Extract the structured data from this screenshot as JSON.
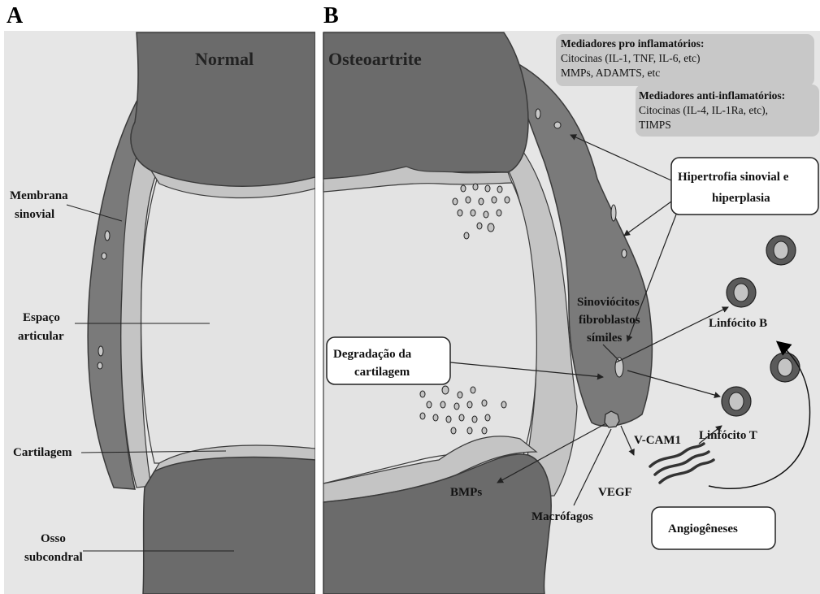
{
  "panels": {
    "a_letter": "A",
    "b_letter": "B",
    "normal_title": "Normal",
    "oa_title": "Osteoartrite"
  },
  "normal_labels": {
    "membrana_1": "Membrana",
    "membrana_2": "sinovial",
    "espaco_1": "Espaço",
    "espaco_2": "articular",
    "cartilagem": "Cartilagem",
    "osso_1": "Osso",
    "osso_2": "subcondral"
  },
  "mediators": {
    "pro_title": "Mediadores pro inflamatórios:",
    "pro_line1": "Citocinas (IL-1, TNF, IL-6, etc)",
    "pro_line2": "MMPs, ADAMTS, etc",
    "anti_title": "Mediadores anti-inflamatórios:",
    "anti_line1": "Citocinas (IL-4, IL-1Ra, etc),",
    "anti_line2": "TIMPS"
  },
  "oa_labels": {
    "hipertrofia_1": "Hipertrofia sinovial e",
    "hipertrofia_2": "hiperplasia",
    "sinov_1": "Sinoviócitos",
    "sinov_2": "fibroblastos",
    "sinov_3": "símiles",
    "degradacao_1": "Degradação da",
    "degradacao_2": "cartilagem",
    "linfocito_b": "Linfócito B",
    "linfocito_t": "Linfócito T",
    "vcam": "V-CAM1",
    "vegf": "VEGF",
    "bmps": "BMPs",
    "macrofagos": "Macrófagos",
    "angiogeneses": "Angiogêneses"
  },
  "colors": {
    "bone": "#6b6b6b",
    "cartilage": "#c4c4c4",
    "space": "#e4e4e4",
    "mediator_box": "#c8c8c8",
    "outline": "#3a3a3a"
  }
}
